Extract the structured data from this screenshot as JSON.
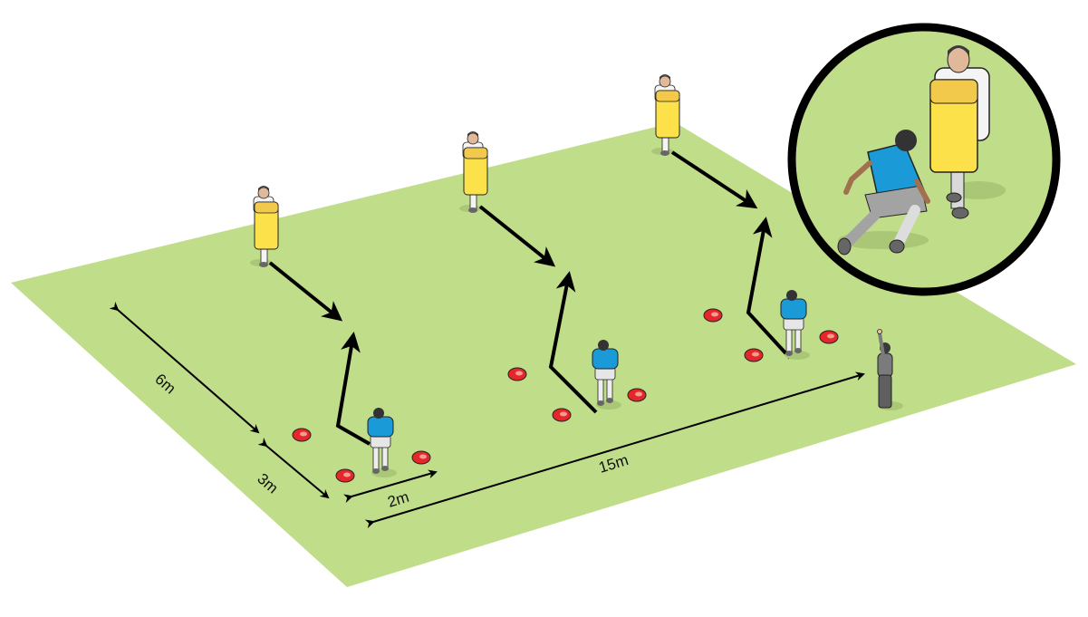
{
  "diagram": {
    "subject": "Rugby tackle-bag evasion drill",
    "colors": {
      "field": "#c0dd8a",
      "field_shadow": "#a9c777",
      "attacker_shirt": "#1a9ad6",
      "tackle_bag": "#fde14a",
      "tackle_bag_edge": "#e0a832",
      "cone": "#e5262a",
      "coach_shirt": "#7b7b7b",
      "arrow": "#000000"
    },
    "measurements": [
      {
        "id": "depth",
        "label": "6m"
      },
      {
        "id": "cone_depth",
        "label": "3m"
      },
      {
        "id": "cone_width",
        "label": "2m"
      },
      {
        "id": "length",
        "label": "15m"
      }
    ],
    "stations": [
      {
        "id": "station-1",
        "attacker": "blue-shirt runner",
        "defender": "tackle-bag holder",
        "cones": 3
      },
      {
        "id": "station-2",
        "attacker": "blue-shirt runner",
        "defender": "tackle-bag holder",
        "cones": 3
      },
      {
        "id": "station-3",
        "attacker": "blue-shirt runner",
        "defender": "tackle-bag holder",
        "cones": 3
      }
    ],
    "coach": {
      "role": "coach",
      "gesture": "signalling"
    },
    "inset": {
      "description": "close-up of attacker stepping toward tackle-bag holder"
    }
  }
}
